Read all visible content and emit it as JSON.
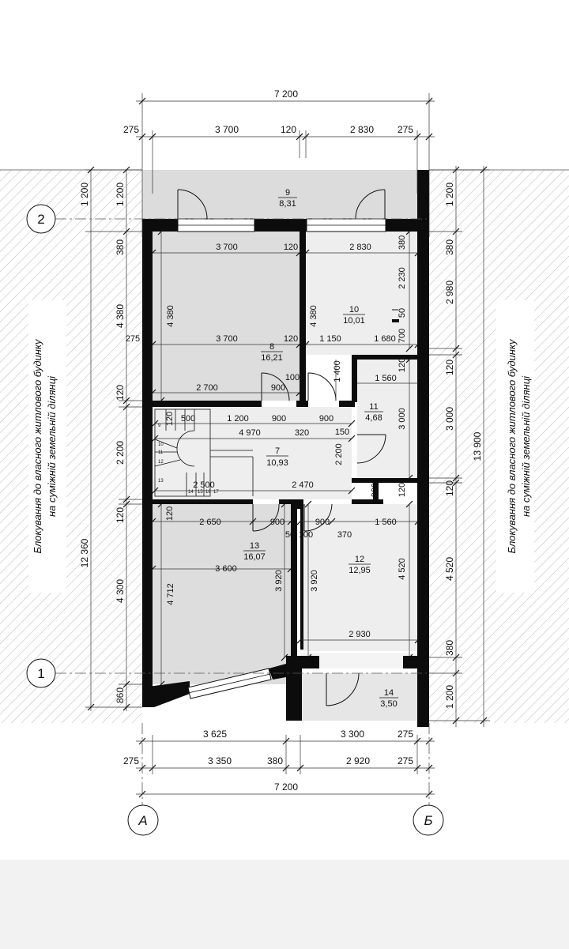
{
  "rooms": [
    {
      "no": "7",
      "area": "10,93"
    },
    {
      "no": "8",
      "area": "16,21"
    },
    {
      "no": "9",
      "area": "8,31"
    },
    {
      "no": "10",
      "area": "10,01"
    },
    {
      "no": "11",
      "area": "4,68"
    },
    {
      "no": "12",
      "area": "12,95"
    },
    {
      "no": "13",
      "area": "16,07"
    },
    {
      "no": "14",
      "area": "3,50"
    }
  ],
  "axes": {
    "a": "А",
    "b": "Б",
    "one": "1",
    "two": "2"
  },
  "side_notes": {
    "left_line1": "Блокування до власного житлового будинку",
    "left_line2": "на суміжній земельній ділянці",
    "right_line1": "Блокування до власного житлового будинку",
    "right_line2": "на суміжній земельній ділянці"
  },
  "dims": {
    "top_total": "7 200",
    "top_275_left": "275",
    "top_3700": "3 700",
    "top_120": "120",
    "top_2830": "2 830",
    "top_275_right": "275",
    "left_1200": "1 200",
    "left_12360": "12 360",
    "left_380": "380",
    "left_4380": "4 380",
    "left_120a": "120",
    "left_2200": "2 200",
    "left_120b": "120",
    "left_4300": "4 300",
    "left_860": "860",
    "right_1200_top": "1 200",
    "right_13900": "13 900",
    "right_380_top": "380",
    "right_2980": "2 980",
    "right_120a": "120",
    "right_3000": "3 000",
    "right_120b": "120",
    "right_4520": "4 520",
    "right_380_bottom": "380",
    "right_1200_bottom": "1 200",
    "bottom_3625": "3 625",
    "bottom_3300": "3 300",
    "bottom_275a": "275",
    "bottom_275_left": "275",
    "bottom_3350": "3 350",
    "bottom_380": "380",
    "bottom_2920": "2 920",
    "bottom_275_right": "275",
    "bottom_total": "7 200",
    "r8_3700a": "3 700",
    "r8_120a": "120",
    "r8_4380": "4 380",
    "r8_275": "275",
    "r8_3700b": "3 700",
    "r8_120b": "120",
    "r8_2700": "2 700",
    "r8_900": "900",
    "r8_100": "100",
    "r10_2830": "2 830",
    "r10_380": "380",
    "r10_2230": "2 230",
    "r10_4380": "4 380",
    "r10_50": "50",
    "r10_1150": "1 150",
    "r10_1680": "1 680",
    "r10_700": "700",
    "r10_1400": "1 400",
    "r11_1560": "1 560",
    "r11_120": "120",
    "r11_3000": "3 000",
    "r11_150": "150",
    "r7_500": "500",
    "r7_120": "120",
    "r7_1200": "1 200",
    "r7_900a": "900",
    "r7_900b": "900",
    "r7_4970": "4 970",
    "r7_320": "320",
    "r7_2200": "2 200",
    "r7_2500": "2 500",
    "r7_2470": "2 470",
    "r7_600": "600",
    "r7_120b": "120",
    "r13_2650": "2 650",
    "r13_900": "900",
    "r13_120": "120",
    "r13_3600": "3 600",
    "r13_4712": "4 712",
    "r13_3920": "3 920",
    "r12_900": "900",
    "r12_50": "50",
    "r12_100": "100",
    "r12_370": "370",
    "r12_1560": "1 560",
    "r12_3920": "3 920",
    "r12_4520": "4 520",
    "r12_2930": "2 930"
  },
  "stair_numbers": [
    "9",
    "10",
    "11",
    "12",
    "13",
    "14",
    "15",
    "16",
    "17"
  ]
}
